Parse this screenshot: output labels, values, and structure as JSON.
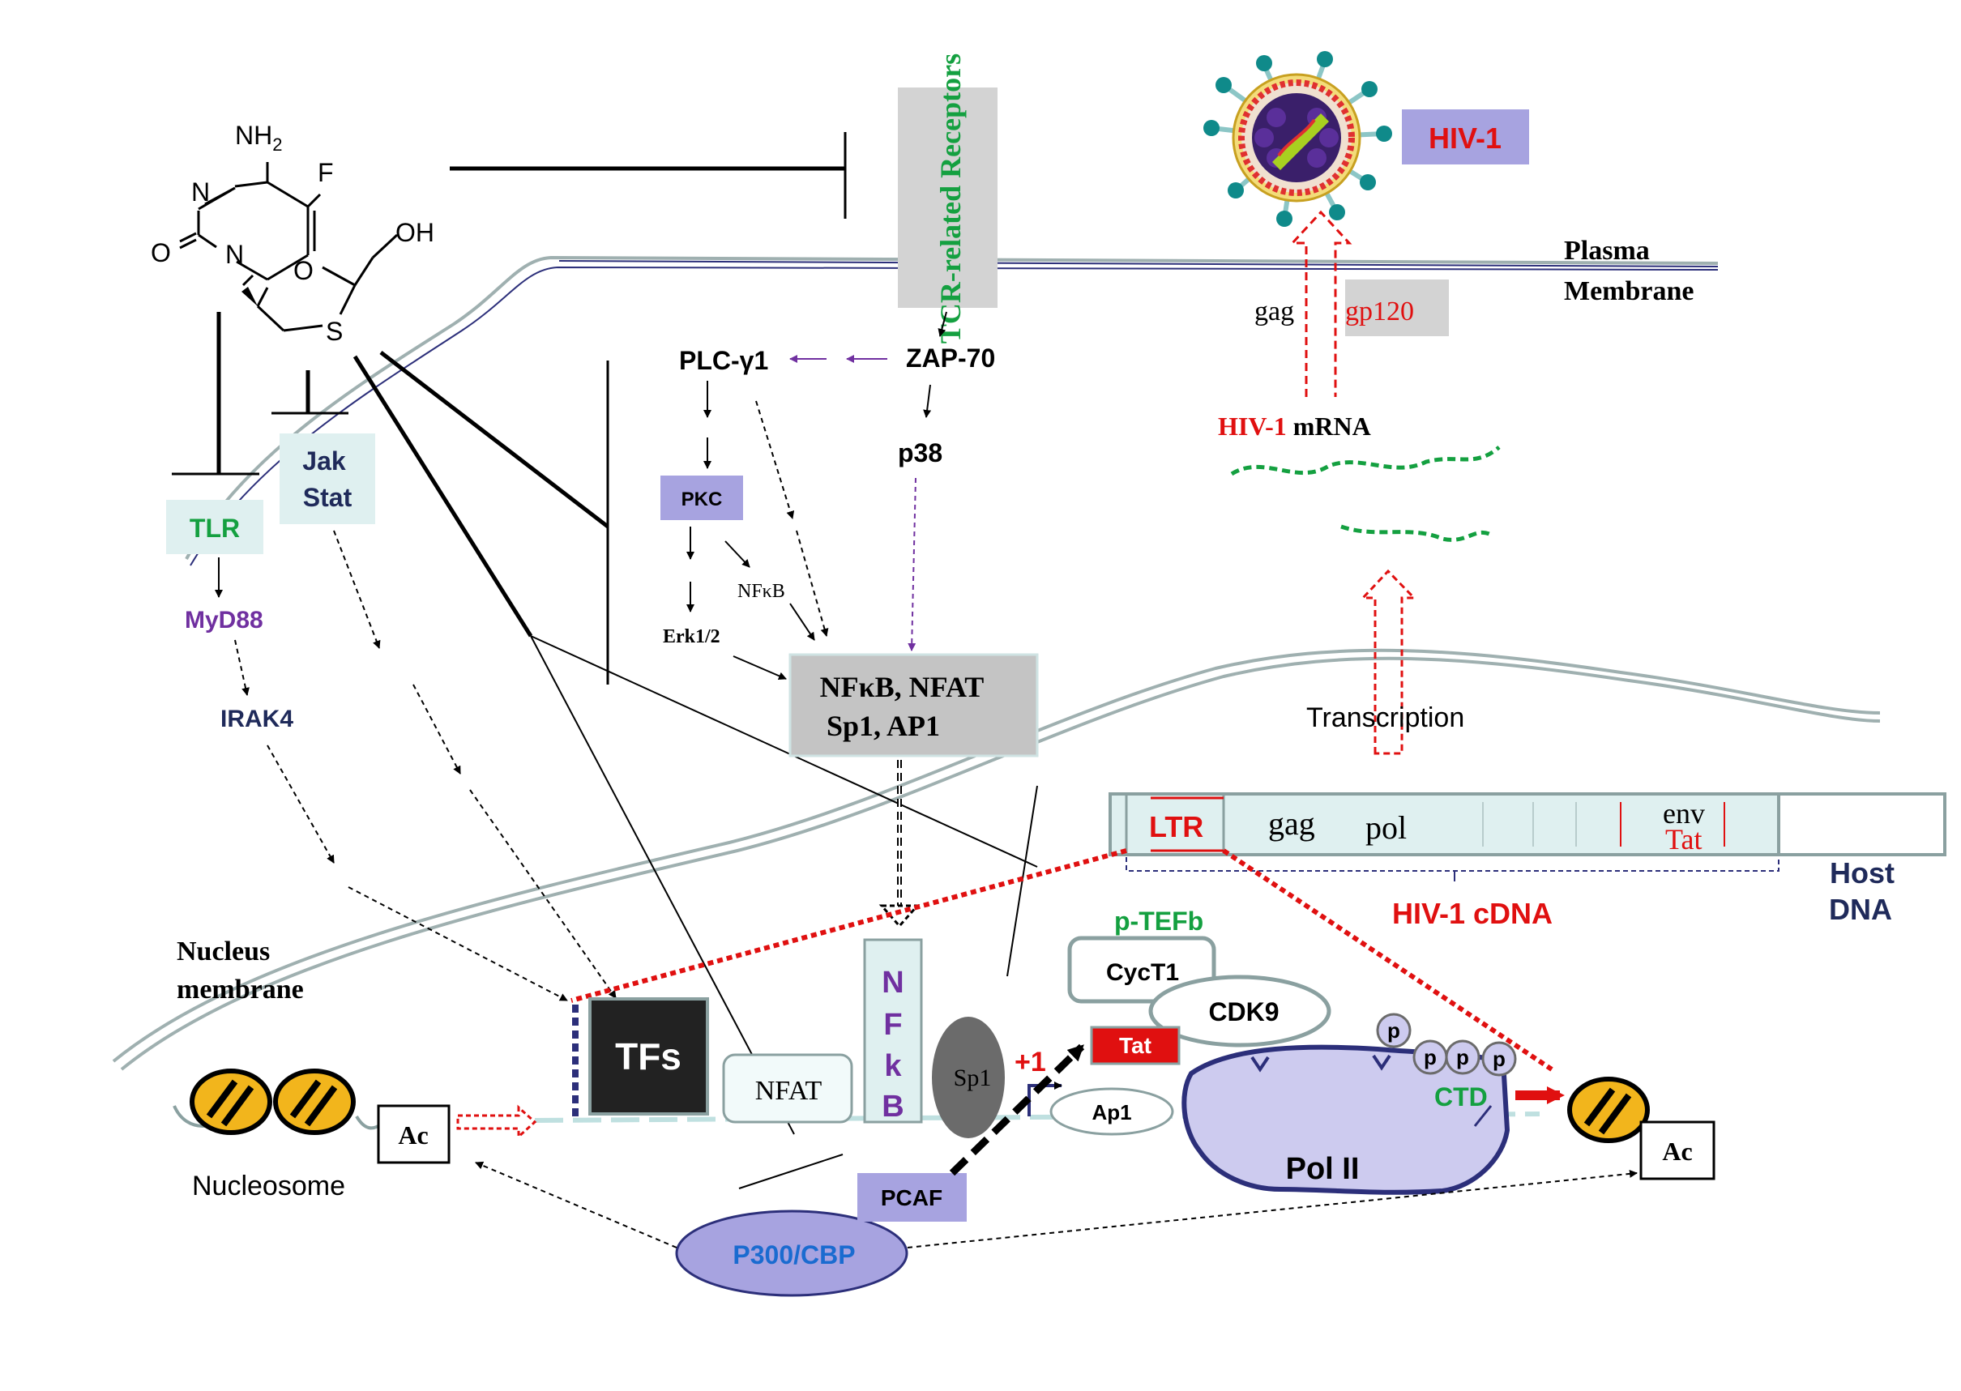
{
  "molecule": {
    "nh2": "NH",
    "nh2_sub": "2",
    "f": "F",
    "n1": "N",
    "n2": "N",
    "o1": "O",
    "o2": "O",
    "s": "S",
    "oh": "OH"
  },
  "receptors": {
    "tcr": "TCR-related Receptors"
  },
  "membranes": {
    "plasma_line1": "Plasma",
    "plasma_line2": "Membrane",
    "nucleus_line1": "Nucleus",
    "nucleus_line2": "membrane"
  },
  "signaling": {
    "plc": "PLC-γ1",
    "zap70": "ZAP-70",
    "p38": "p38",
    "pkc": "PKC",
    "nfkb_small": "NFκB",
    "erk": "Erk1/2",
    "tf_box_line1": "NFκB, NFAT",
    "tf_box_line2": "Sp1, AP1",
    "tlr": "TLR",
    "jak": "Jak",
    "stat": "Stat",
    "myd88": "MyD88",
    "irak4": "IRAK4"
  },
  "virus": {
    "label": "HIV-1",
    "gag": "gag",
    "gp120": "gp120",
    "mrna_prefix": "HIV-1",
    "mrna_suffix": " mRNA",
    "transcription": "Transcription"
  },
  "cdna": {
    "ltr": "LTR",
    "gag": "gag",
    "pol": "pol",
    "env": "env",
    "tat": "Tat",
    "label": "HIV-1 cDNA",
    "host_line1": "Host",
    "host_line2": "DNA"
  },
  "nucleus": {
    "tfs": "TFs",
    "nfat": "NFAT",
    "nfkb_letters": [
      "N",
      "F",
      "k",
      "B"
    ],
    "sp1": "Sp1",
    "ap1": "Ap1",
    "ptefb": "p-TEFb",
    "cyct1": "CycT1",
    "cdk9": "CDK9",
    "tat": "Tat",
    "plus1": "+1",
    "p": "p",
    "ctd": "CTD",
    "pol2": "Pol II",
    "ac": "Ac",
    "nucleosome": "Nucleosome",
    "pcaf": "PCAF",
    "p300": "P300/CBP"
  },
  "colors": {
    "red": "#e01010",
    "green": "#14a040",
    "purple": "#7030a0",
    "navy": "#1f2a5a",
    "lavender": "#a7a3e0",
    "lightblue": "#dff0f0",
    "grey": "#cfcfcf",
    "darkgrey": "#6b6b6b",
    "yellow": "#f2b51c",
    "membrane": "#9fb0b0"
  }
}
